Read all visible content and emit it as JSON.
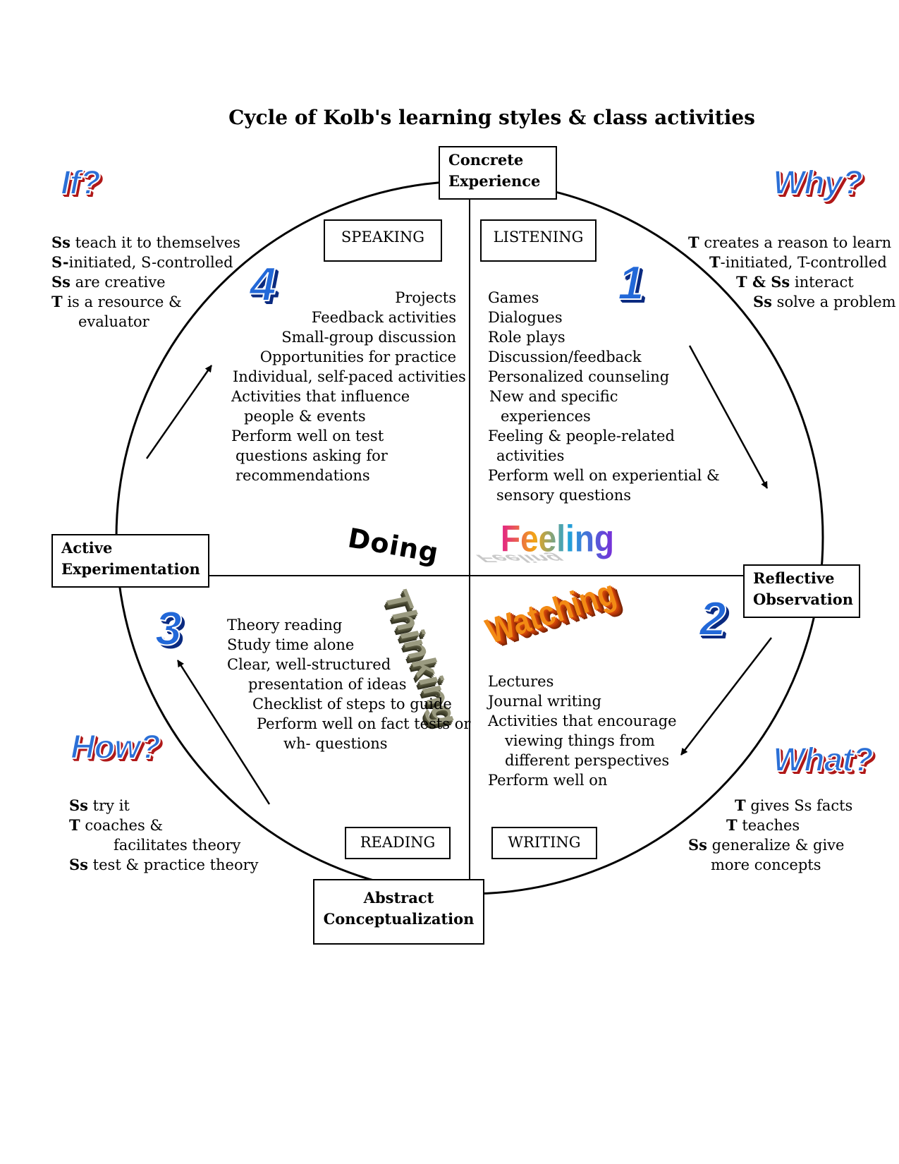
{
  "title": "Cycle of Kolb's learning styles & class activities",
  "stages": {
    "concrete": [
      "Concrete",
      "Experience"
    ],
    "reflective": [
      "Reflective",
      "Observation"
    ],
    "abstract": [
      "Abstract",
      "Conceptualization"
    ],
    "active": [
      "Active",
      "Experimentation"
    ]
  },
  "skills": {
    "speaking": "SPEAKING",
    "listening": "LISTENING",
    "reading": "READING",
    "writing": "WRITING"
  },
  "question_words": {
    "if": "If?",
    "why": "Why?",
    "how": "How?",
    "what": "What?"
  },
  "numerals": {
    "one": "1",
    "two": "2",
    "three": "3",
    "four": "4"
  },
  "style_words": {
    "doing": "Doing",
    "feeling": "Feeling",
    "thinking": "Thinking",
    "watching": "Watching"
  },
  "side_notes": {
    "if": [
      {
        "b": "Ss",
        "t": " teach it to themselves"
      },
      {
        "b": "S-",
        "t": "initiated, S-controlled"
      },
      {
        "b": "Ss",
        "t": " are creative"
      },
      {
        "b": "T",
        "t": " is a resource &"
      },
      {
        "b": "",
        "t": "evaluator"
      }
    ],
    "why": [
      {
        "b": "T",
        "t": " creates a reason to learn"
      },
      {
        "b": "T",
        "t": "-initiated, T-controlled"
      },
      {
        "b": "T & Ss",
        "t": " interact"
      },
      {
        "b": "Ss",
        "t": " solve a problem"
      }
    ],
    "how": [
      {
        "b": "Ss",
        "t": " try it"
      },
      {
        "b": "T",
        "t": " coaches &"
      },
      {
        "b": "",
        "t": "facilitates theory"
      },
      {
        "b": "Ss",
        "t": " test & practice theory"
      }
    ],
    "what": [
      {
        "b": "T",
        "t": " gives Ss facts"
      },
      {
        "b": "T",
        "t": " teaches"
      },
      {
        "b": "Ss",
        "t": " generalize & give"
      },
      {
        "b": "",
        "t": "more concepts"
      }
    ]
  },
  "activities": {
    "q4": [
      "Projects",
      "Feedback activities",
      "Small-group discussion",
      "Opportunities for practice",
      "Individual, self-paced activities",
      "Activities that influence",
      "people & events",
      "Perform well on test",
      "questions asking for",
      "recommendations"
    ],
    "q1": [
      "Games",
      "Dialogues",
      "Role plays",
      "Discussion/feedback",
      "Personalized counseling",
      "New and specific",
      "experiences",
      "Feeling & people-related",
      "activities",
      "Perform well on experiential &",
      "sensory questions"
    ],
    "q3": [
      "Theory reading",
      "Study time alone",
      "Clear, well-structured",
      "presentation of ideas",
      "Checklist of steps to guide",
      "Perform well on fact tests or",
      "wh- questions"
    ],
    "q2": [
      "Lectures",
      "Journal writing",
      "Activities that encourage",
      "viewing things from",
      "different perspectives",
      "Perform well on"
    ]
  }
}
